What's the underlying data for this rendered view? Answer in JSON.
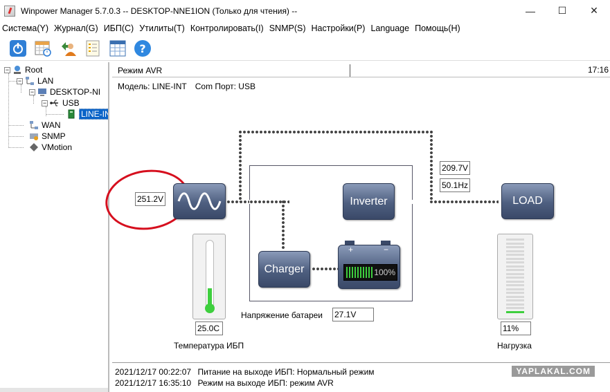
{
  "window": {
    "title": "Winpower Manager 5.7.0.3 -- DESKTOP-NNE1ION (Только для чтения) --",
    "minimize": "—",
    "maximize": "☐",
    "close": "✕"
  },
  "menu": [
    "Система(Y)",
    "Журнал(G)",
    "ИБП(C)",
    "Утилиты(T)",
    "Контролировать(I)",
    "SNMP(S)",
    "Настройки(P)",
    "Language",
    "Помощь(H)"
  ],
  "toolbar": [
    {
      "icon": "power-icon"
    },
    {
      "icon": "schedule-icon"
    },
    {
      "icon": "user-icon"
    },
    {
      "icon": "list-icon"
    },
    {
      "icon": "grid-icon"
    },
    {
      "icon": "help-icon"
    }
  ],
  "tree": {
    "root": "Root",
    "lan": "LAN",
    "desktop": "DESKTOP-NI",
    "usb": "USB",
    "ups": "LINE-IN",
    "wan": "WAN",
    "snmp": "SNMP",
    "vmotion": "VMotion"
  },
  "status": {
    "mode": "Режим AVR",
    "time": "17:16"
  },
  "info": {
    "model": "Модель: LINE-INT",
    "port": "Com Порт: USB"
  },
  "diagram": {
    "input_voltage": "251.2V",
    "output_voltage": "209.7V",
    "output_frequency": "50.1Hz",
    "inverter_label": "Inverter",
    "charger_label": "Charger",
    "load_label": "LOAD",
    "battery_percent": "100%",
    "battery_plus": "+",
    "battery_minus": "−",
    "battery_level": 1.0,
    "battery_voltage_label": "Напряжение батареи",
    "battery_voltage": "27.1V",
    "temperature": "25.0C",
    "temperature_label": "Температура ИБП",
    "load_percent": "11%",
    "load_level": 0.11,
    "load_label_ru": "Нагрузка",
    "accent_green": "#3ecf3e",
    "highlight_color": "#d60f1e"
  },
  "log": [
    {
      "ts": "2021/12/17 00:22:07",
      "msg": "Питание на выходе ИБП: Нормальный режим"
    },
    {
      "ts": "2021/12/17 16:35:10",
      "msg": "Режим на выходе ИБП: режим AVR"
    }
  ],
  "watermark": "YAPLAKAL.COM"
}
